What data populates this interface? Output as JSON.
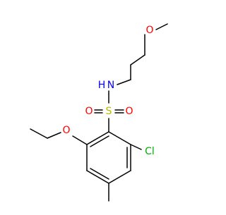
{
  "molecule": {
    "colors": {
      "carbon": "#000000",
      "oxygen": "#ff0000",
      "nitrogen": "#0000ff",
      "sulfur": "#b8b800",
      "chlorine": "#00b000"
    },
    "atom_labels": {
      "o_methoxy": "O",
      "nh": "H",
      "n": "N",
      "s": "S",
      "o_sulfonyl_left": "O",
      "o_sulfonyl_right": "O",
      "o_ethoxy": "O",
      "cl": "Cl"
    }
  }
}
